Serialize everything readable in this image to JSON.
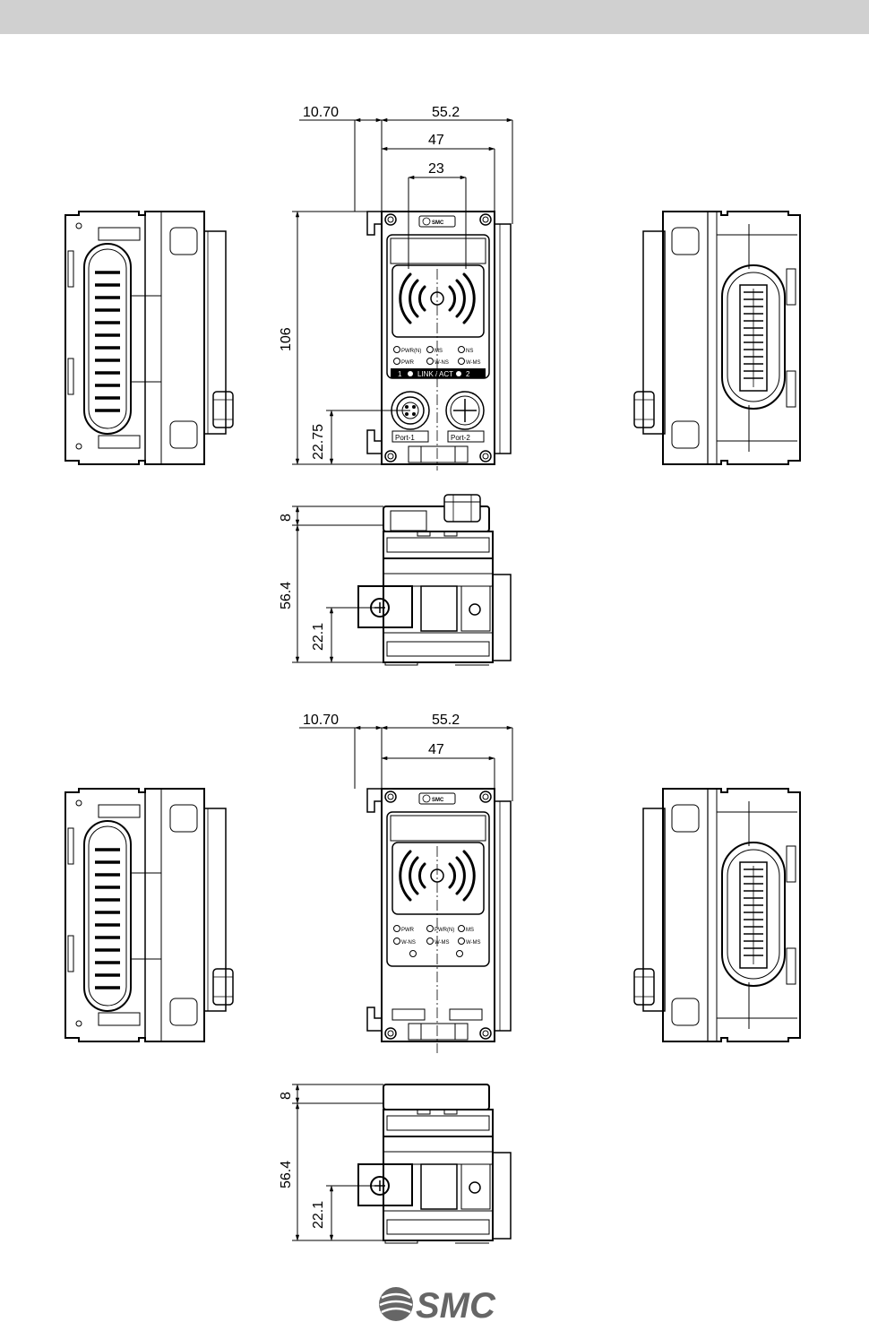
{
  "drawing_a": {
    "dims": {
      "offset": "10.70",
      "width_total": "55.2",
      "width_body": "47",
      "width_ports": "23",
      "height": "106",
      "port_height": "22.75",
      "top_protrusion": "8",
      "depth": "56.4",
      "mount_height": "22.1"
    },
    "port1_label": "Port-1",
    "port2_label": "Port-2",
    "led_labels": [
      "PWR(N)",
      "MS",
      "NS",
      "PWR",
      "W-NS",
      "W-MS"
    ],
    "link_label": "LINK / ACT",
    "link_port1": "1",
    "link_port2": "2"
  },
  "drawing_b": {
    "dims": {
      "offset": "10.70",
      "width_total": "55.2",
      "width_body": "47",
      "top_protrusion": "8",
      "depth": "56.4",
      "mount_height": "22.1"
    },
    "led_labels": [
      "PWR",
      "PWR(N)",
      "MS",
      "W-NS",
      "W-MS",
      "W-MS"
    ]
  },
  "brand_badge": "SMC",
  "footer_logo": "SMC",
  "colors": {
    "header_bar": "#d0d0d0",
    "line": "#000000",
    "logo": "#666666"
  }
}
